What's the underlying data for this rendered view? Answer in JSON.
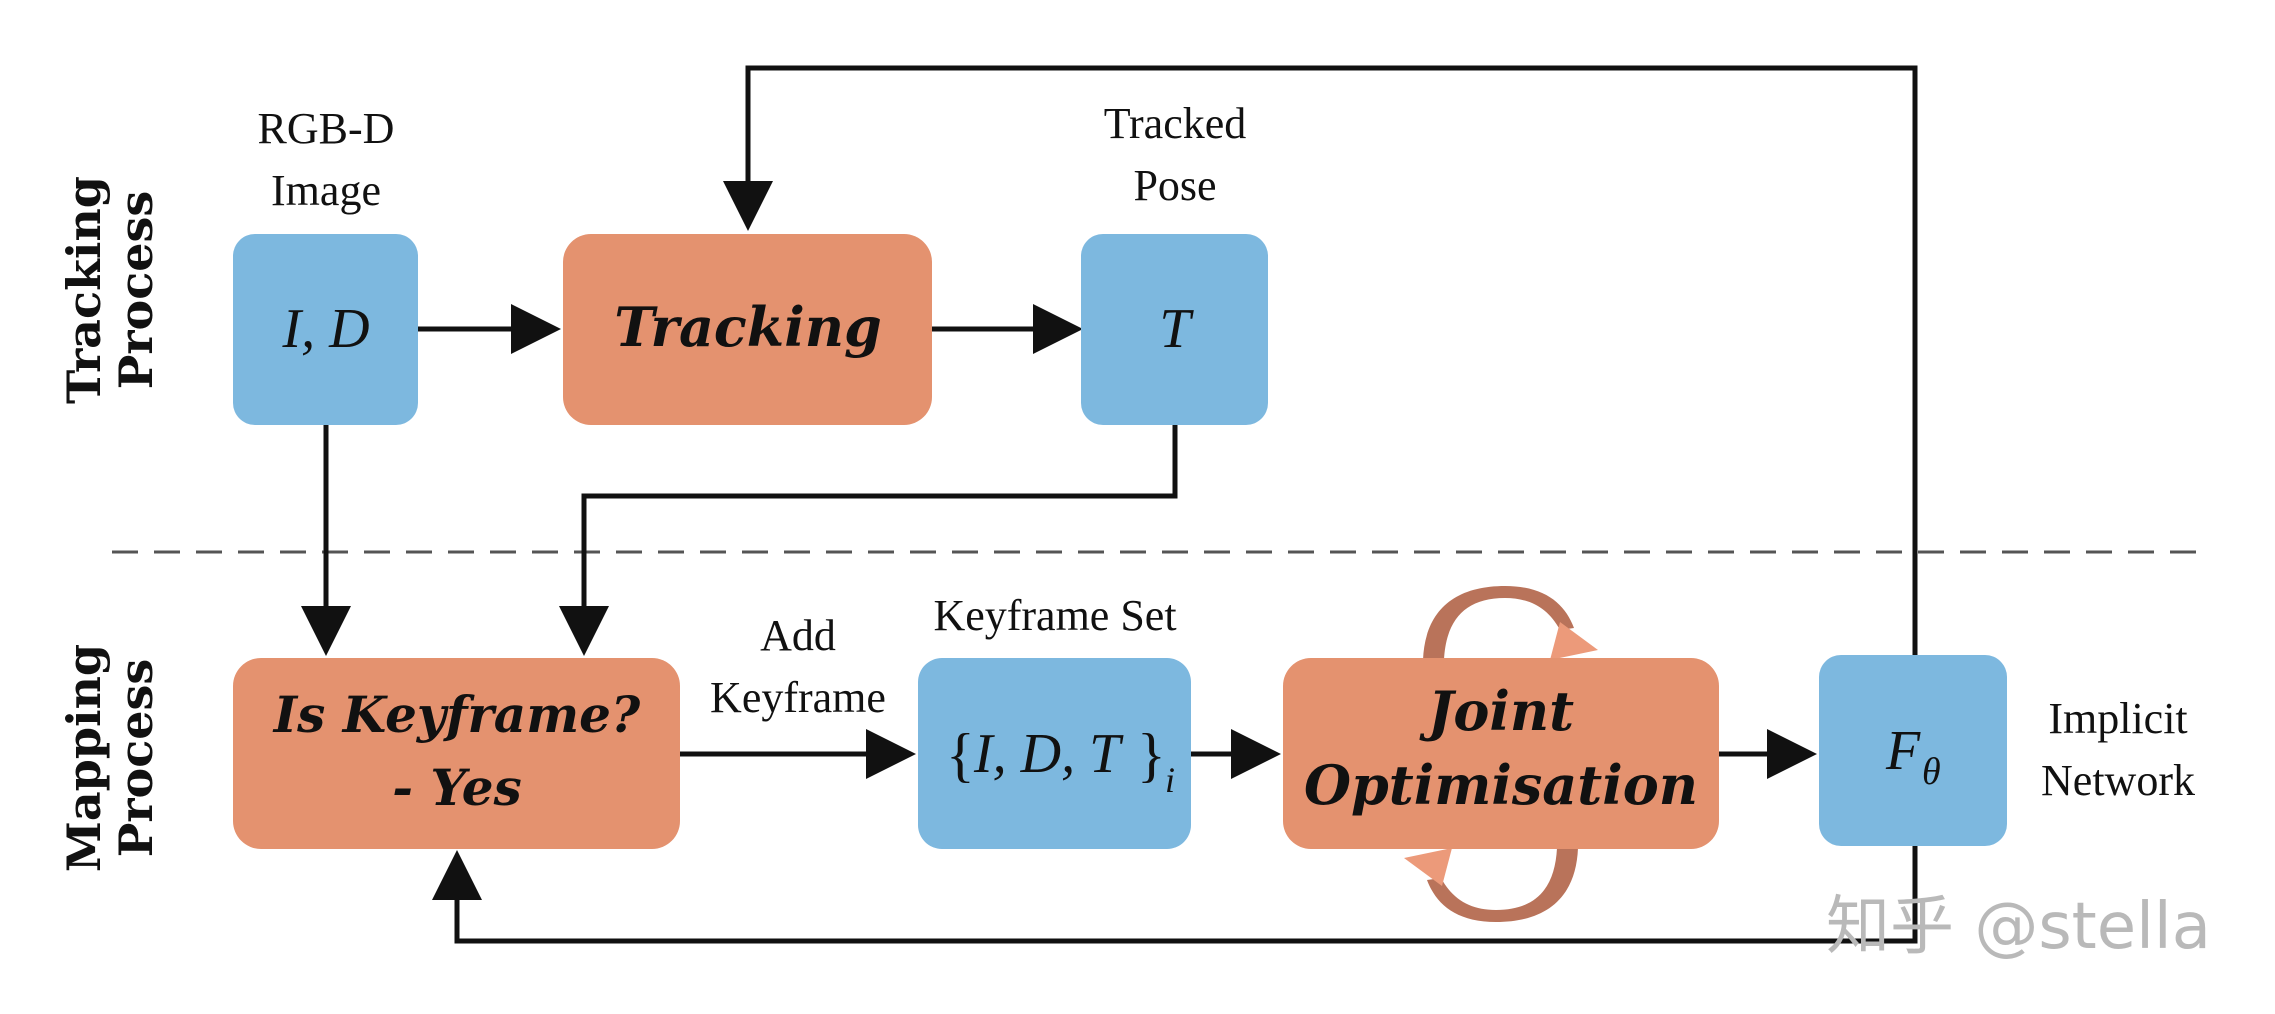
{
  "colors": {
    "blue_box": "#7db8df",
    "orange_box": "#e4926f",
    "cycle_arrow": "#b9735a",
    "cycle_arrow_light": "#ec9a7a",
    "line": "#111111",
    "dash": "#555555",
    "watermark": "#b9b9b9"
  },
  "side_labels": {
    "tracking": [
      "Tracking",
      "Process"
    ],
    "mapping": [
      "Mapping",
      "Process"
    ]
  },
  "labels": {
    "rgbd": [
      "RGB-D",
      "Image"
    ],
    "tracked_pose": [
      "Tracked",
      "Pose"
    ],
    "add_keyframe": [
      "Add",
      "Keyframe"
    ],
    "keyframe_set": "Keyframe Set",
    "implicit_network": [
      "Implicit",
      "Network"
    ]
  },
  "boxes": {
    "input": {
      "text": "I, D",
      "color": "blue"
    },
    "tracking": {
      "text": "Tracking",
      "color": "orange"
    },
    "pose": {
      "text": "T",
      "color": "blue"
    },
    "is_keyframe": {
      "lines": [
        "Is Keyframe?",
        "- Yes"
      ],
      "color": "orange"
    },
    "keyframe_set": {
      "open": "{",
      "content": "I, D, T",
      "close": "}",
      "subscript": "i",
      "color": "blue"
    },
    "joint_opt": {
      "lines": [
        "Joint",
        "Optimisation"
      ],
      "color": "orange"
    },
    "network": {
      "main": "F",
      "subscript": "θ",
      "color": "blue"
    }
  },
  "watermark": "知乎 @stella"
}
